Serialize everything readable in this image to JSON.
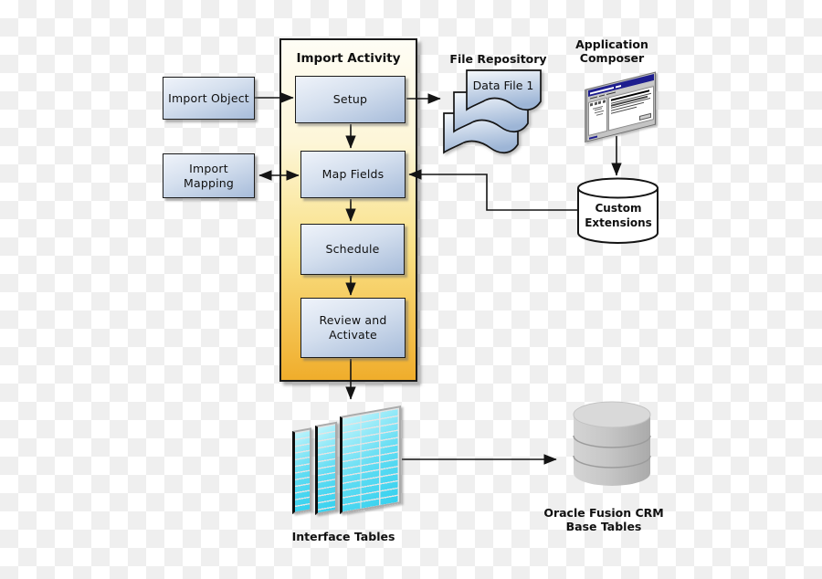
{
  "nodes": {
    "import_object": {
      "label": "Import Object"
    },
    "import_mapping": {
      "label": "Import Mapping"
    },
    "import_activity": {
      "title": "Import Activity",
      "steps": [
        {
          "label": "Setup"
        },
        {
          "label": "Map Fields"
        },
        {
          "label": "Schedule"
        },
        {
          "label": "Review and Activate"
        }
      ]
    },
    "file_repository": {
      "label": "File Repository",
      "file_label": "Data File 1"
    },
    "application_composer": {
      "label": "Application Composer"
    },
    "custom_extensions": {
      "label": "Custom Extensions"
    },
    "interface_tables": {
      "label": "Interface Tables"
    },
    "crm_base_tables": {
      "label": "Oracle Fusion CRM Base Tables"
    }
  },
  "colors": {
    "checker_light": "#ffffff",
    "checker_dark": "#efefef",
    "activity_gradient_top": "#fefdf5",
    "activity_gradient_bottom": "#f0ad2b",
    "step_box_top": "#eff3fa",
    "step_box_bottom": "#a7bcda",
    "table_cell_cyan": "#33d0ee",
    "window_title_blue": "#1e1e8f",
    "database_gray": "#c6c6c6",
    "connector_line": "#141414"
  }
}
